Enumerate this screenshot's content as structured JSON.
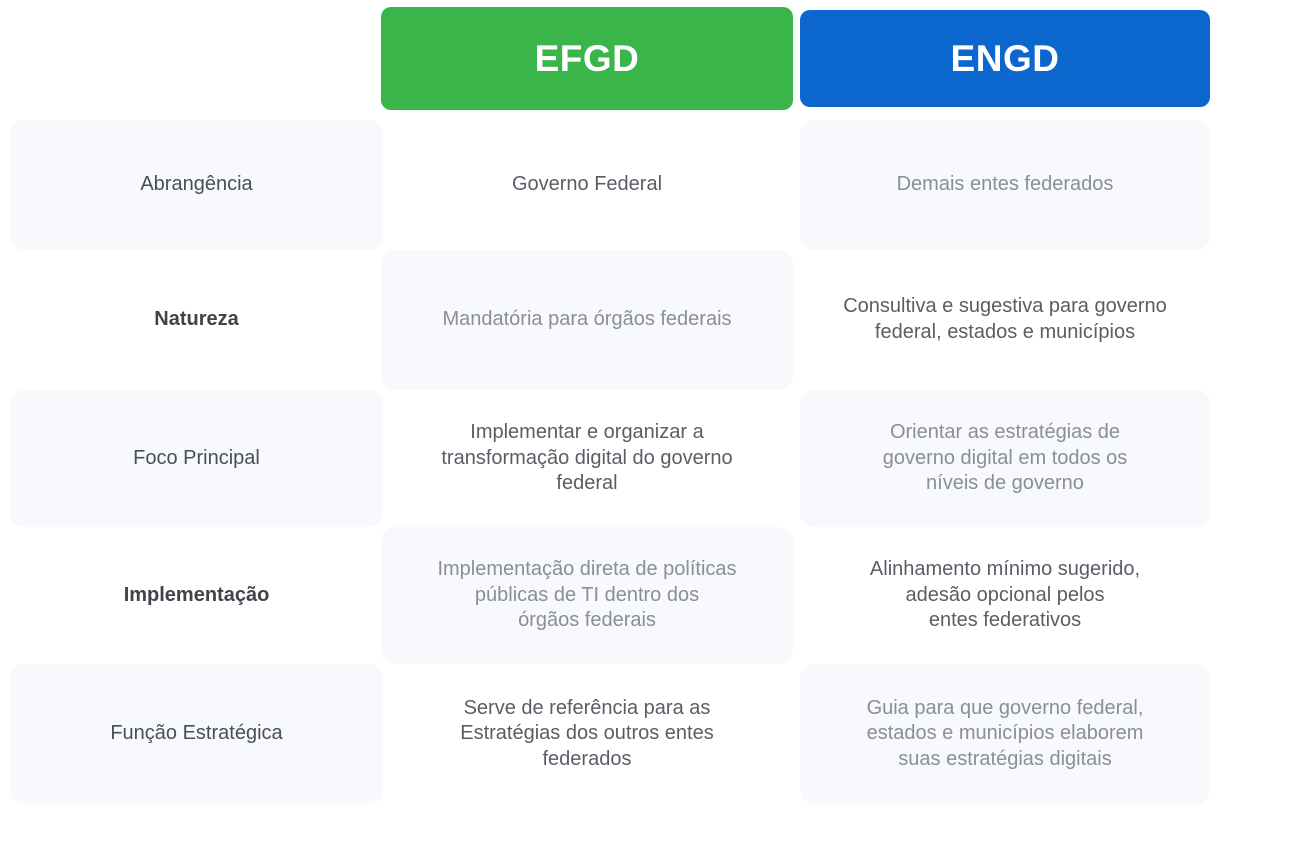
{
  "diagram": {
    "type": "comparison-table",
    "columns": [
      {
        "key": "label",
        "header": ""
      },
      {
        "key": "efgd",
        "header": "EFGD",
        "color": "#39b54a"
      },
      {
        "key": "engd",
        "header": "ENGD",
        "color": "#0b66ce"
      }
    ],
    "colors": {
      "efgd_header_bg": "#39b54a",
      "engd_header_bg": "#0b66ce",
      "header_text": "#ffffff",
      "card_bg": "#f7f9fc",
      "page_bg": "#ffffff",
      "label_text": "#4a4f57",
      "cell_text_plain": "#595e66",
      "cell_text_carded": "#8a8e96"
    },
    "rows": [
      {
        "label": "Abrangência",
        "label_carded": true,
        "label_bold": false,
        "efgd": "Governo Federal",
        "efgd_carded": false,
        "engd": "Demais entes federados",
        "engd_carded": true,
        "height": 130
      },
      {
        "label": "Natureza",
        "label_carded": false,
        "label_bold": true,
        "efgd": "Mandatória para órgãos federais",
        "efgd_carded": true,
        "engd": "Consultiva e sugestiva para governo\nfederal, estados e municípios",
        "engd_carded": false,
        "height": 140
      },
      {
        "label": "Foco Principal",
        "label_carded": true,
        "label_bold": false,
        "efgd": "Implementar e organizar a\ntransformação digital do governo\nfederal",
        "efgd_carded": false,
        "engd": "Orientar as estratégias de\ngoverno digital em todos os\nníveis de governo",
        "engd_carded": true,
        "height": 137
      },
      {
        "label": "Implementação",
        "label_carded": false,
        "label_bold": true,
        "efgd": "Implementação direta de políticas\npúblicas de TI dentro dos\nórgãos federais",
        "efgd_carded": true,
        "engd": "Alinhamento mínimo sugerido,\nadesão opcional pelos\nentes federativos",
        "engd_carded": false,
        "height": 137
      },
      {
        "label": "Função Estratégica",
        "label_carded": true,
        "label_bold": false,
        "efgd": "Serve de referência para as\nEstratégias dos outros entes\nfederados",
        "efgd_carded": false,
        "engd": "Guia para que governo federal,\nestados e municípios elaborem\nsuas estratégias digitais",
        "engd_carded": true,
        "height": 140
      }
    ]
  }
}
